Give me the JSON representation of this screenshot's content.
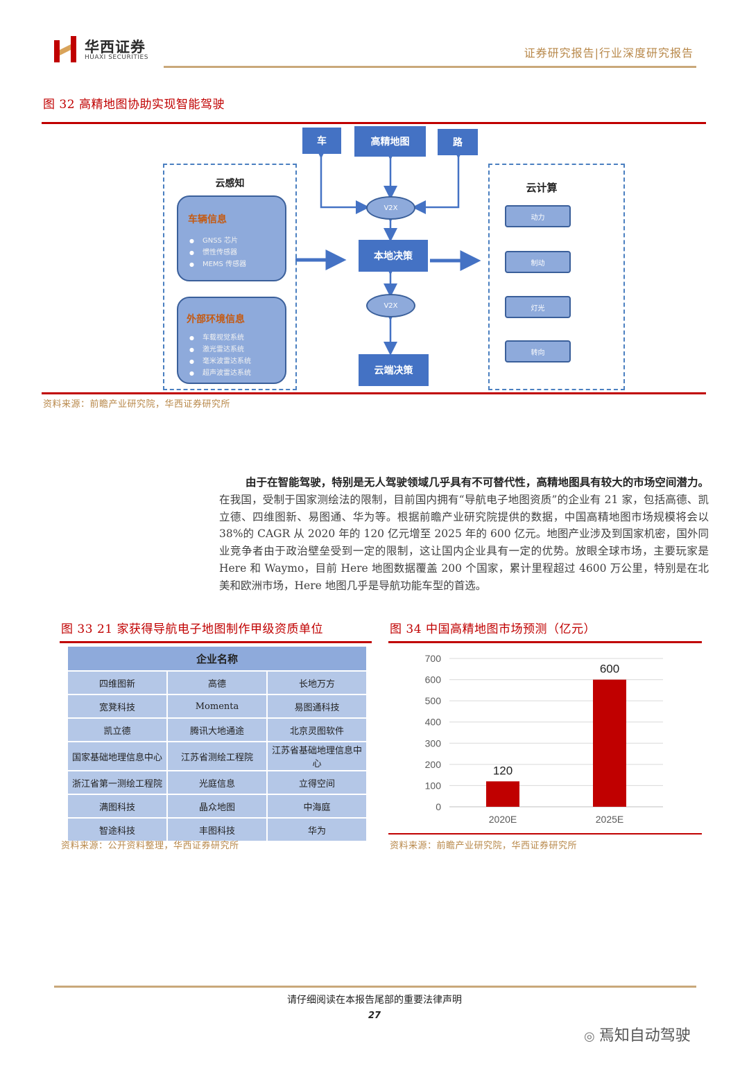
{
  "header": {
    "logo_cn": "华西证券",
    "logo_en": "HUAXI SECURITIES",
    "report_type": "证券研究报告|行业深度研究报告",
    "colors": {
      "gold": "#c9a87a",
      "brand_red": "#c00000"
    }
  },
  "figure32": {
    "caption": "图 32 高精地图协助实现智能驾驶",
    "top": {
      "car": "车",
      "hd_map": "高精地图",
      "road": "路"
    },
    "v2x_top": "V2X",
    "v2x_bottom": "V2X",
    "local_decision": "本地决策",
    "cloud_decision": "云端决策",
    "cloud_perception": {
      "title": "云感知",
      "vehicle_info": {
        "title": "车辆信息",
        "items": [
          "GNSS 芯片",
          "惯性传感器",
          "MEMS 传感器"
        ]
      },
      "external_info": {
        "title": "外部环境信息",
        "items": [
          "车载视觉系统",
          "激光雷达系统",
          "毫米波雷达系统",
          "超声波雷达系统"
        ]
      }
    },
    "cloud_compute": {
      "title": "云计算",
      "items": [
        "动力",
        "制动",
        "灯光",
        "转向"
      ]
    },
    "source": "资料来源：前瞻产业研究院，华西证券研究所"
  },
  "body": {
    "bold_part": "由于在智能驾驶，特别是无人驾驶领域几乎具有不可替代性，高精地图具有较大的市场空间潜力。",
    "rest": "在我国，受制于国家测绘法的限制，目前国内拥有“导航电子地图资质”的企业有 21 家，包括高德、凯立德、四维图新、易图通、华为等。根据前瞻产业研究院提供的数据，中国高精地图市场规模将会以38%的 CAGR 从 2020 年的 120 亿元增至 2025 年的 600 亿元。地图产业涉及到国家机密，国外同业竞争者由于政治壁垒受到一定的限制，这让国内企业具有一定的优势。放眼全球市场，主要玩家是 Here 和 Waymo，目前 Here 地图数据覆盖 200 个国家，累计里程超过 4600 万公里，特别是在北美和欧洲市场，Here 地图几乎是导航功能车型的首选。"
  },
  "figure33": {
    "caption": "图 33 21 家获得导航电子地图制作甲级资质单位",
    "header": "企业名称",
    "rows": [
      [
        "四维图新",
        "高德",
        "长地万方"
      ],
      [
        "宽凳科技",
        "Momenta",
        "易图通科技"
      ],
      [
        "凯立德",
        "腾讯大地通途",
        "北京灵图软件"
      ],
      [
        "国家基础地理信息中心",
        "江苏省测绘工程院",
        "江苏省基础地理信息中心"
      ],
      [
        "浙江省第一测绘工程院",
        "光庭信息",
        "立得空间"
      ],
      [
        "满图科技",
        "晶众地图",
        "中海庭"
      ],
      [
        "智途科技",
        "丰图科技",
        "华为"
      ]
    ],
    "source": "资料来源：公开资料整理，华西证券研究所"
  },
  "figure34": {
    "caption": "图 34 中国高精地图市场预测（亿元）",
    "source": "资料来源：前瞻产业研究院，华西证券研究所"
  },
  "chart_data": {
    "type": "bar",
    "categories": [
      "2020E",
      "2025E"
    ],
    "values": [
      120,
      600
    ],
    "ylim": [
      0,
      700
    ],
    "yticks": [
      "0",
      "100",
      "200",
      "300",
      "400",
      "500",
      "600",
      "700"
    ],
    "data_labels": [
      "120",
      "600"
    ],
    "bar_color": "#c00000",
    "grid": true
  },
  "footer": {
    "disclaimer": "请仔细阅读在本报告尾部的重要法律声明",
    "page": "27",
    "watermark": "焉知自动驾驶"
  }
}
